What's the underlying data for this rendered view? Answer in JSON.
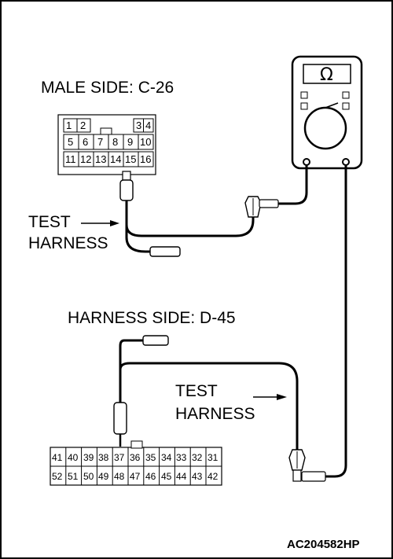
{
  "labels": {
    "male_side": "MALE SIDE: C-26",
    "harness_side": "HARNESS SIDE: D-45",
    "test_harness_1": [
      "TEST",
      "HARNESS"
    ],
    "test_harness_2": [
      "TEST",
      "HARNESS"
    ],
    "figure_code": "AC204582HP"
  },
  "multimeter": {
    "display": "Ω",
    "icon": "ohmmeter-icon"
  },
  "connector_c26": {
    "pins_row1": [
      "1",
      "2",
      "3",
      "4"
    ],
    "pins_row2": [
      "5",
      "6",
      "7",
      "8",
      "9",
      "10"
    ],
    "pins_row3": [
      "11",
      "12",
      "13",
      "14",
      "15",
      "16"
    ],
    "probed_pin": "15"
  },
  "connector_d45": {
    "pins_row1": [
      "41",
      "40",
      "39",
      "38",
      "37",
      "36",
      "35",
      "34",
      "33",
      "32",
      "31"
    ],
    "pins_row2": [
      "52",
      "51",
      "50",
      "49",
      "48",
      "47",
      "46",
      "45",
      "44",
      "43",
      "42"
    ],
    "probed_pin": "37"
  }
}
